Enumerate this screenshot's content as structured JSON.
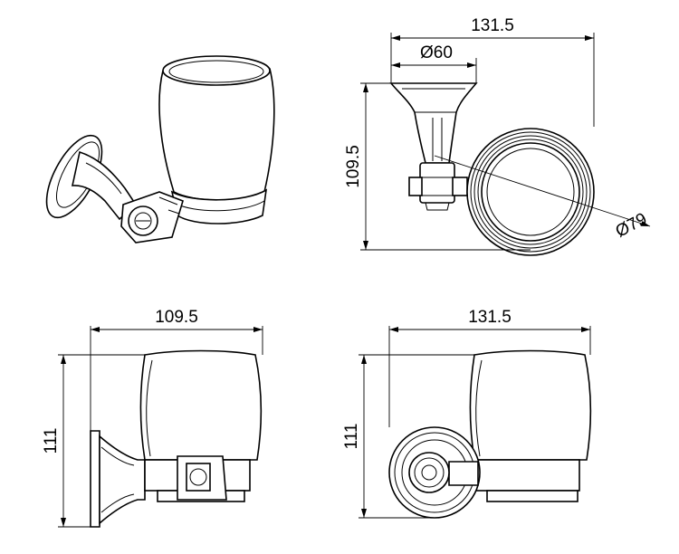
{
  "dimensions": {
    "top_right_width": "131.5",
    "top_right_diameter_small": "Ø60",
    "top_right_height": "109.5",
    "top_right_diameter_large": "Ø79",
    "bottom_left_width": "109.5",
    "bottom_left_height": "111",
    "bottom_right_width": "131.5",
    "bottom_right_height": "111"
  }
}
